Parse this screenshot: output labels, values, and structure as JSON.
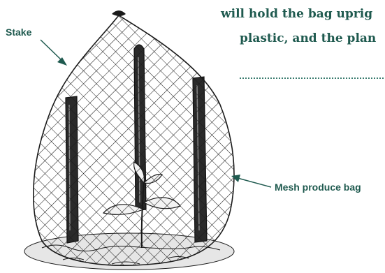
{
  "body_text": {
    "line_1": "will hold the bag uprig",
    "line_2": "plastic, and the plan"
  },
  "labels": {
    "stake": "Stake",
    "mesh_bag": "Mesh produce bag"
  },
  "colors": {
    "accent": "#1f5a4f",
    "ink": "#1a1a1a"
  }
}
